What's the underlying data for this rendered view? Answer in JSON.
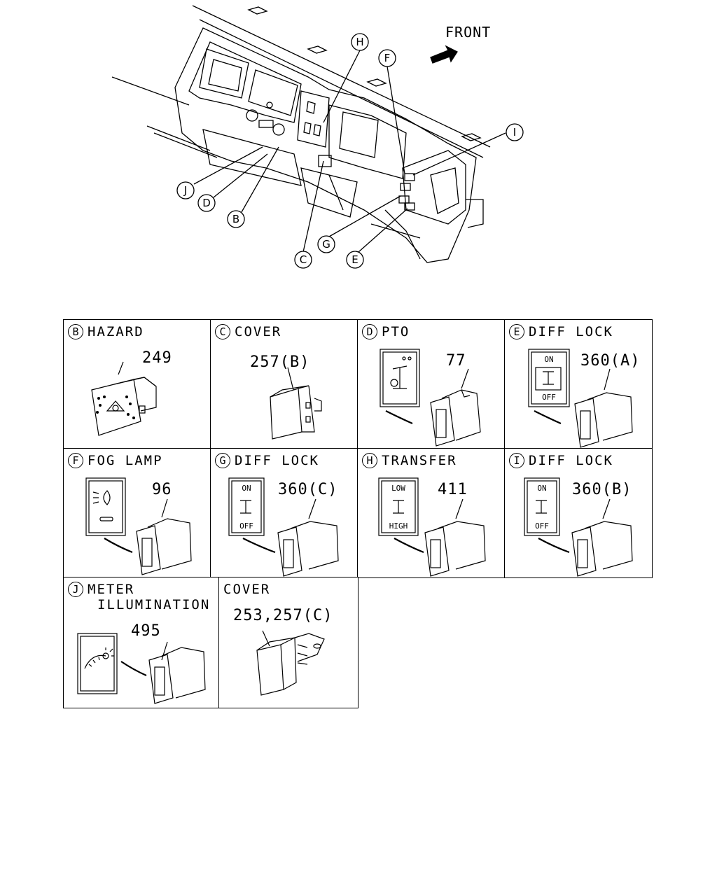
{
  "overview": {
    "front_label": "FRONT",
    "callouts": [
      "H",
      "F",
      "I",
      "J",
      "D",
      "B",
      "C",
      "G",
      "E"
    ]
  },
  "parts": [
    {
      "id": "B",
      "name": "HAZARD",
      "part_number": "249"
    },
    {
      "id": "C",
      "name": "COVER",
      "part_number": "257(B)"
    },
    {
      "id": "D",
      "name": "PTO",
      "part_number": "77"
    },
    {
      "id": "E",
      "name": "DIFF LOCK",
      "part_number": "360(A)",
      "switch_top": "ON",
      "switch_bottom": "OFF"
    },
    {
      "id": "F",
      "name": "FOG LAMP",
      "part_number": "96"
    },
    {
      "id": "G",
      "name": "DIFF LOCK",
      "part_number": "360(C)",
      "switch_top": "ON",
      "switch_bottom": "OFF"
    },
    {
      "id": "H",
      "name": "TRANSFER",
      "part_number": "411",
      "switch_top": "LOW",
      "switch_bottom": "HIGH"
    },
    {
      "id": "I",
      "name": "DIFF LOCK",
      "part_number": "360(B)",
      "switch_top": "ON",
      "switch_bottom": "OFF"
    },
    {
      "id": "J",
      "name": "METER",
      "name_line2": "ILLUMINATION",
      "part_number": "495"
    },
    {
      "id": "",
      "name": "COVER",
      "part_number": "253,257(C)"
    }
  ]
}
